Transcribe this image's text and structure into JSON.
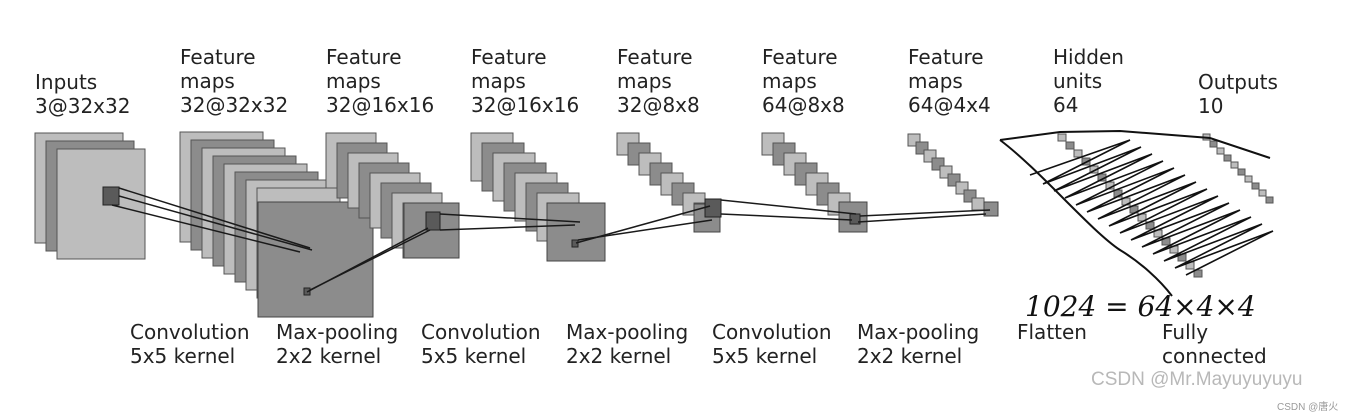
{
  "layers": [
    {
      "l1": "",
      "l2": "Inputs",
      "l3": "3@32x32"
    },
    {
      "l1": "Feature",
      "l2": "maps",
      "l3": "32@32x32"
    },
    {
      "l1": "Feature",
      "l2": "maps",
      "l3": "32@16x16"
    },
    {
      "l1": "Feature",
      "l2": "maps",
      "l3": "32@16x16"
    },
    {
      "l1": "Feature",
      "l2": "maps",
      "l3": "32@8x8"
    },
    {
      "l1": "Feature",
      "l2": "maps",
      "l3": "64@8x8"
    },
    {
      "l1": "Feature",
      "l2": "maps",
      "l3": "64@4x4"
    },
    {
      "l1": "Hidden",
      "l2": "units",
      "l3": "64"
    },
    {
      "l1": "",
      "l2": "Outputs",
      "l3": "10"
    }
  ],
  "operations": [
    {
      "l1": "Convolution",
      "l2": "5x5 kernel"
    },
    {
      "l1": "Max-pooling",
      "l2": "2x2 kernel"
    },
    {
      "l1": "Convolution",
      "l2": "5x5 kernel"
    },
    {
      "l1": "Max-pooling",
      "l2": "2x2 kernel"
    },
    {
      "l1": "Convolution",
      "l2": "5x5 kernel"
    },
    {
      "l1": "Max-pooling",
      "l2": "2x2 kernel"
    },
    {
      "l1": "Flatten",
      "l2": ""
    },
    {
      "l1": "Fully",
      "l2": "connected"
    }
  ],
  "handwritten_note": "1024 = 64×4×4",
  "watermark": "CSDN @Mr.Mayuyuyuyu",
  "watermark_small": "CSDN @唐火",
  "colors": {
    "light": "#bdbdbd",
    "mid": "#8c8c8c",
    "dark": "#5a5a5a",
    "edge": "#1a1a1a",
    "text": "#222222"
  }
}
